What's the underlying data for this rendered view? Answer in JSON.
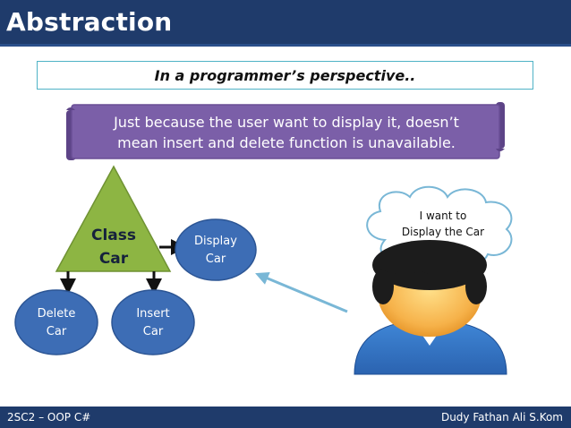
{
  "slide": {
    "title": "Abstraction",
    "subtitle": "In a programmer’s perspective..",
    "callout_lines": [
      "Just because the user want to display it, doesn’t",
      "mean insert and delete function is unavailable."
    ]
  },
  "diagram": {
    "class_label_lines": [
      "Class",
      "Car"
    ],
    "display_lines": [
      "Display",
      "Car"
    ],
    "delete_lines": [
      "Delete",
      "Car"
    ],
    "insert_lines": [
      "Insert",
      "Car"
    ],
    "thought_lines": [
      "I want to",
      "Display the Car"
    ]
  },
  "footer": {
    "left": "2SC2 – OOP C#",
    "right": "Dudy Fathan Ali S.Kom"
  },
  "colors": {
    "header_bg": "#1f3b6b",
    "scroll_fill": "#7b5fa8",
    "triangle_fill": "#8db543",
    "ellipse_fill": "#3d6db5",
    "arrow_blue": "#79b7d6",
    "subtitle_border": "#4fb3c6"
  }
}
